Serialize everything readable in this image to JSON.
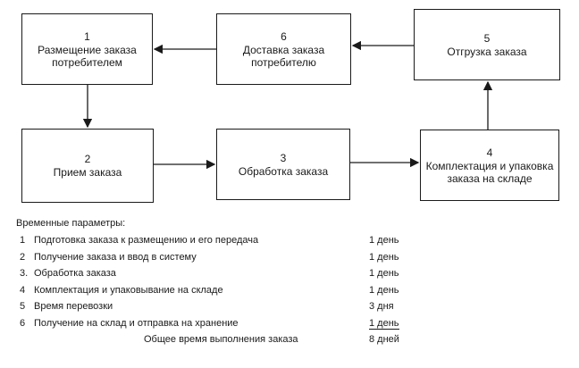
{
  "diagram": {
    "boxes": [
      {
        "num": "1",
        "label": "Размещение заказа потребителем"
      },
      {
        "num": "2",
        "label": "Прием заказа"
      },
      {
        "num": "3",
        "label": "Обработка заказа"
      },
      {
        "num": "4",
        "label": "Комплектация и упаковка заказа на складе"
      },
      {
        "num": "5",
        "label": "Отгрузка заказа"
      },
      {
        "num": "6",
        "label": "Доставка заказа потребителю"
      }
    ]
  },
  "params": {
    "title": "Временные параметры:",
    "rows": [
      {
        "idx": "1",
        "text": "Подготовка заказа к размещению и его передача",
        "duration": "1 день"
      },
      {
        "idx": "2",
        "text": "Получение заказа и ввод в систему",
        "duration": "1 день"
      },
      {
        "idx": "3.",
        "text": "Обработка заказа",
        "duration": "1 день"
      },
      {
        "idx": "4",
        "text": "Комплектация и упаковывание на складе",
        "duration": "1 день"
      },
      {
        "idx": "5",
        "text": "Время перевозки",
        "duration": "3 дня"
      },
      {
        "idx": "6",
        "text": "Получение на склад и отправка на хранение",
        "duration": "1 день"
      }
    ],
    "total_label": "Общее время выполнения заказа",
    "total_value": "8 дней"
  }
}
